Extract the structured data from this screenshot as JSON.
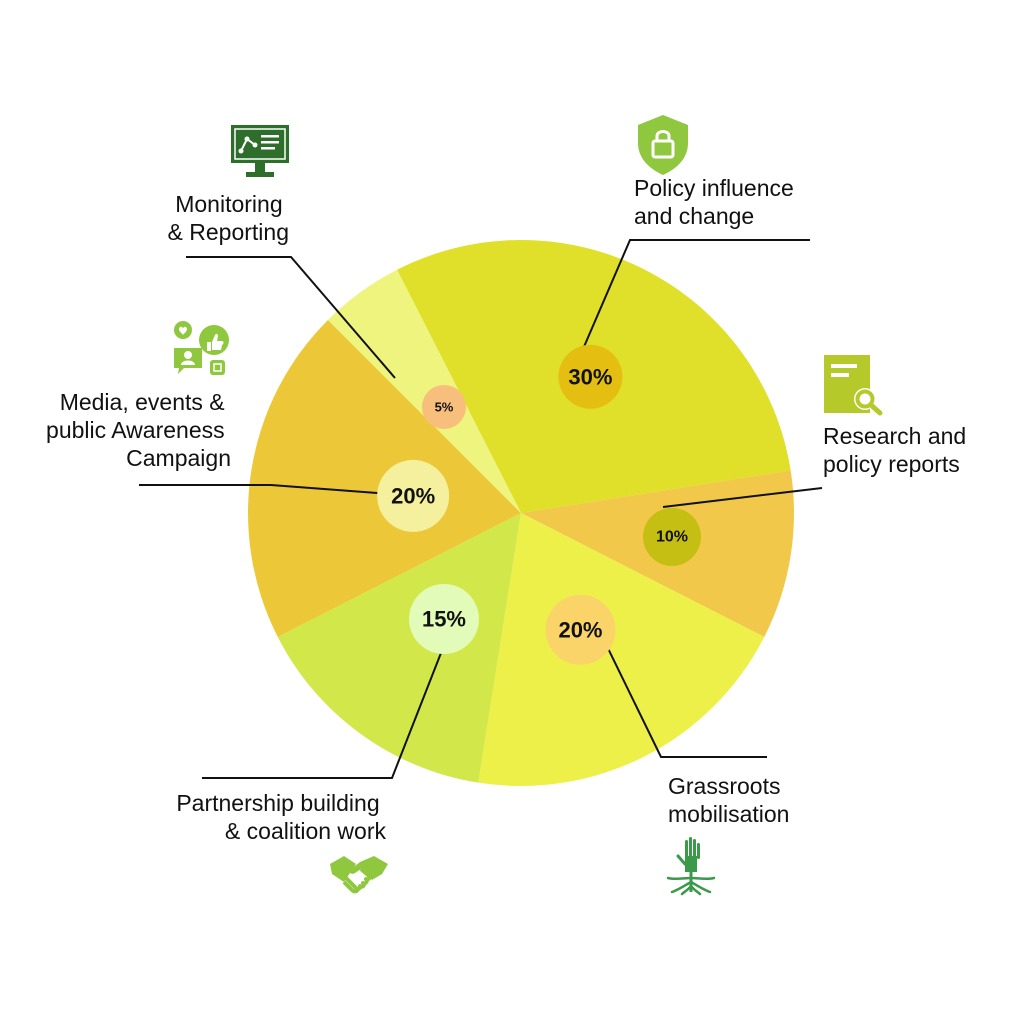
{
  "chart_data": {
    "type": "pie",
    "slices": [
      {
        "label": [
          "Policy influence",
          "and change"
        ],
        "value": 30,
        "display": "30%",
        "color": "#e0e02a",
        "bubble": "#e4bf12",
        "icon": "shield-lock-icon"
      },
      {
        "label": [
          "Research and",
          "policy reports"
        ],
        "value": 10,
        "display": "10%",
        "color": "#f2c84a",
        "bubble": "#c4bf12",
        "icon": "document-search-icon"
      },
      {
        "label": [
          "Grassroots",
          "mobilisation"
        ],
        "value": 20,
        "display": "20%",
        "color": "#eef04a",
        "bubble": "#fbd469",
        "icon": "raised-hand-roots-icon"
      },
      {
        "label": [
          "Partnership building",
          "& coalition work"
        ],
        "value": 15,
        "display": "15%",
        "color": "#d2e84a",
        "bubble": "#e2fbb8",
        "icon": "handshake-icon"
      },
      {
        "label": [
          "Media, events &",
          "public Awareness",
          "Campaign"
        ],
        "value": 20,
        "display": "20%",
        "color": "#ecc838",
        "bubble": "#f4f09e",
        "icon": "social-media-icon"
      },
      {
        "label": [
          "Monitoring",
          "& Reporting"
        ],
        "value": 5,
        "display": "5%",
        "color": "#eef47e",
        "bubble": "#f7be7c",
        "icon": "monitor-analytics-icon"
      }
    ],
    "icon_colors": {
      "dark_green": "#2e6e2b",
      "light_green": "#8fc73e",
      "olive": "#b5c92a",
      "mid_green": "#3a9a4a"
    }
  }
}
